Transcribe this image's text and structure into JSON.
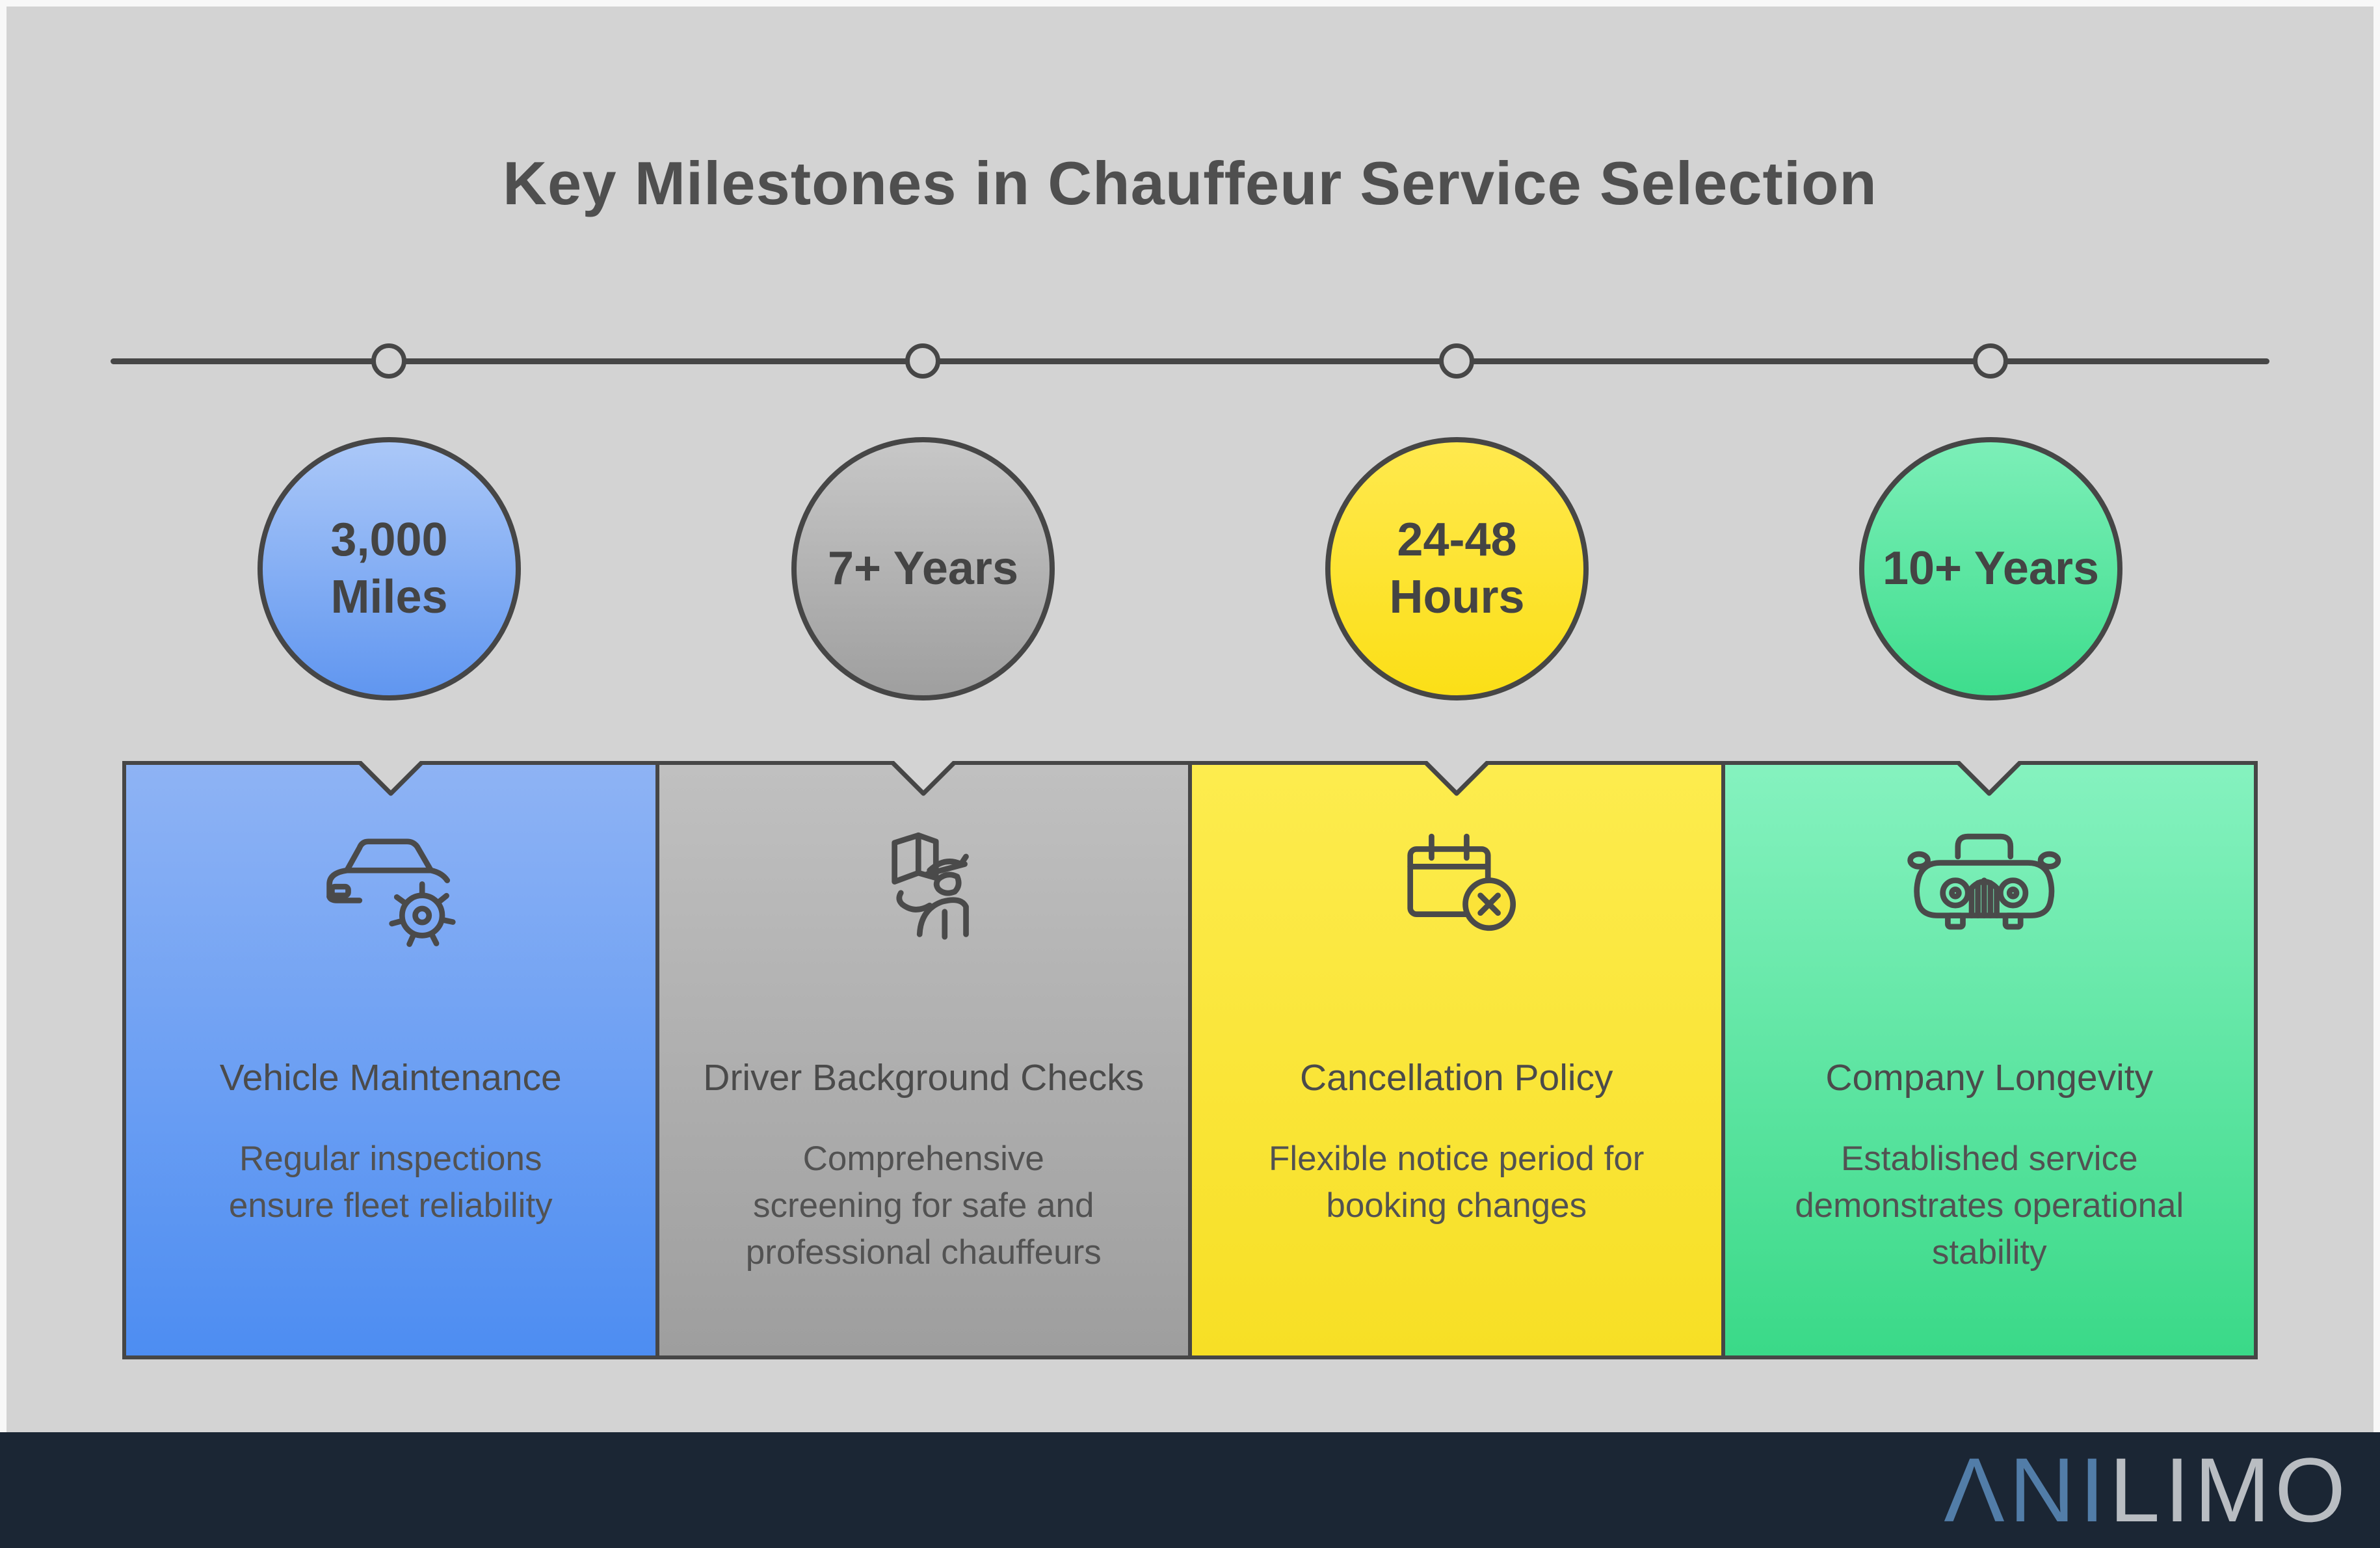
{
  "title": "Key Milestones in Chauffeur Service Selection",
  "timeline": {
    "node_count": 4
  },
  "milestones": [
    {
      "value": "3,000\nMiles",
      "theme": "blue",
      "icon": "car-gear-icon",
      "card_title": "Vehicle Maintenance",
      "card_body": "Regular inspections\nensure fleet reliability"
    },
    {
      "value": "7+ Years",
      "theme": "gray",
      "icon": "chauffeur-check-icon",
      "card_title": "Driver Background Checks",
      "card_body": "Comprehensive\nscreening for safe and\nprofessional chauffeurs"
    },
    {
      "value": "24-48\nHours",
      "theme": "yellow",
      "icon": "calendar-cancel-icon",
      "card_title": "Cancellation Policy",
      "card_body": "Flexible notice period for\nbooking changes"
    },
    {
      "value": "10+ Years",
      "theme": "green",
      "icon": "limo-front-icon",
      "card_title": "Company Longevity",
      "card_body": "Established service\ndemonstrates operational\nstability"
    }
  ],
  "footer": {
    "logo_prefix": "ΛNI",
    "logo_suffix": "LIMO"
  },
  "colors": {
    "background": "#d3d3d3",
    "frame": "#f8f8f8",
    "stroke_dark": "#464646",
    "text_dark": "#4f4f4f",
    "blue": "#4d8df2",
    "gray": "#9e9e9e",
    "yellow": "#f7df25",
    "green": "#3ad988",
    "footer_navy": "#1b2634",
    "logo_blue": "#527da8",
    "logo_gray": "#b9bdc2"
  }
}
